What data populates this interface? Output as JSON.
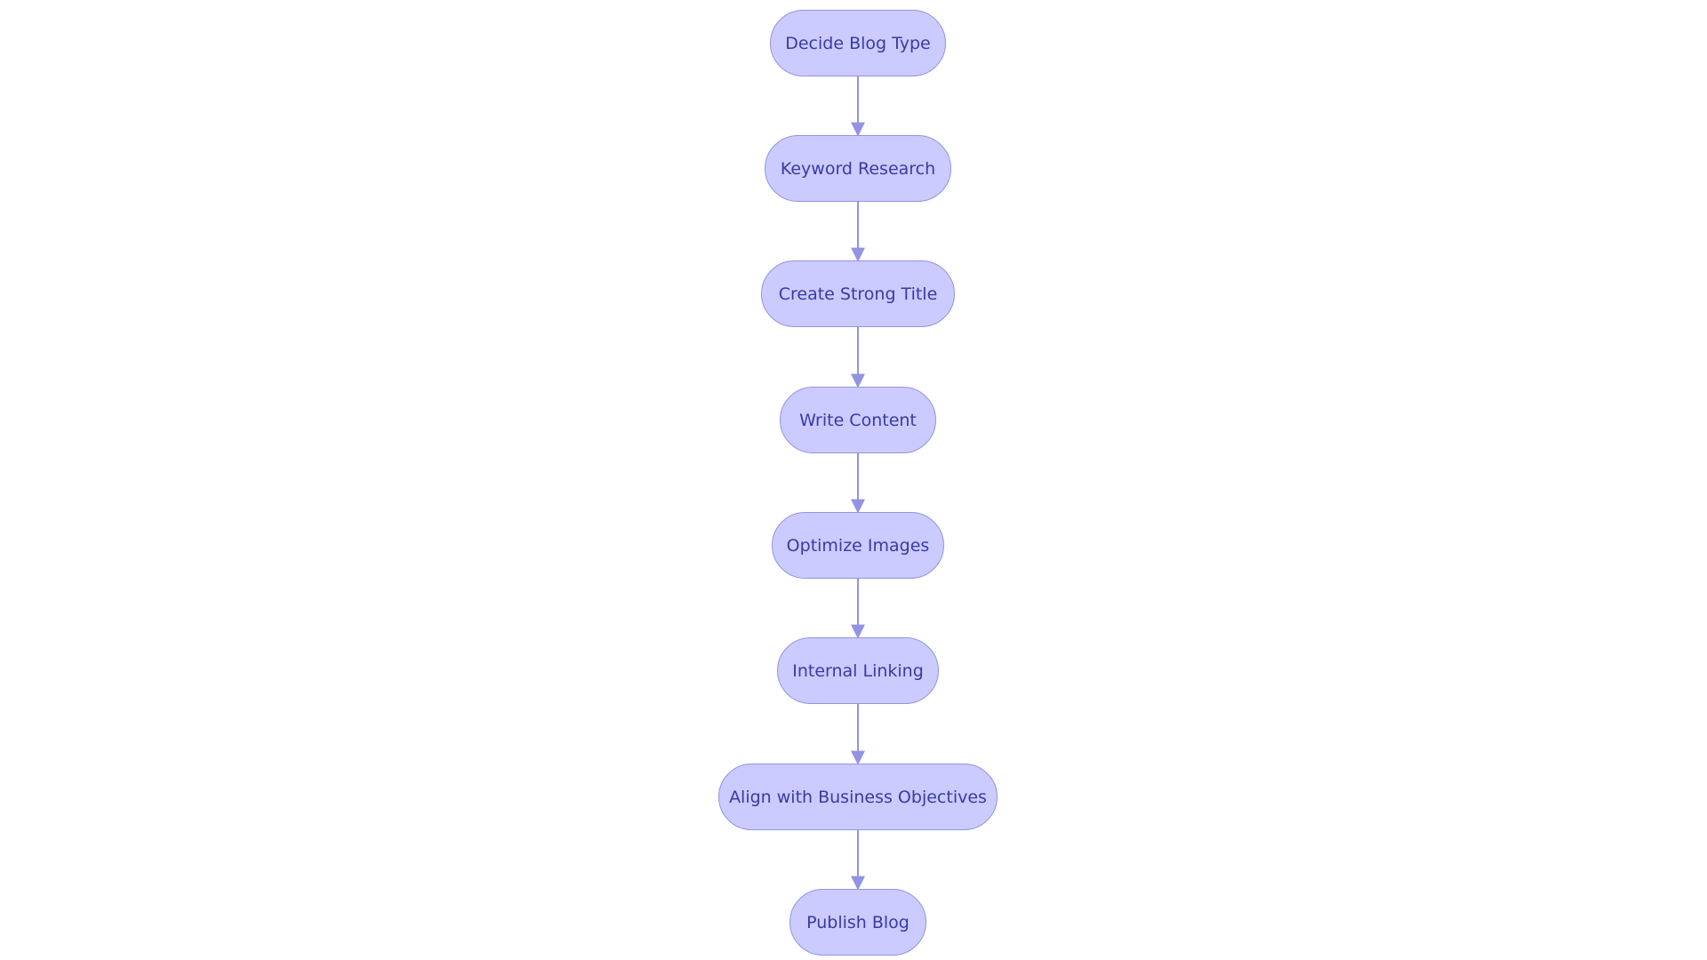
{
  "diagram": {
    "colors": {
      "node_fill": "#cbcbff",
      "node_border": "#9393e4",
      "edge": "#9393e4",
      "text": "#3a3aa6"
    },
    "nodes": [
      {
        "id": "n1",
        "label": "Decide Blog Type"
      },
      {
        "id": "n2",
        "label": "Keyword Research"
      },
      {
        "id": "n3",
        "label": "Create Strong Title"
      },
      {
        "id": "n4",
        "label": "Write Content"
      },
      {
        "id": "n5",
        "label": "Optimize Images"
      },
      {
        "id": "n6",
        "label": "Internal Linking"
      },
      {
        "id": "n7",
        "label": "Align with Business Objectives"
      },
      {
        "id": "n8",
        "label": "Publish Blog"
      }
    ],
    "edges": [
      {
        "from": "n1",
        "to": "n2"
      },
      {
        "from": "n2",
        "to": "n3"
      },
      {
        "from": "n3",
        "to": "n4"
      },
      {
        "from": "n4",
        "to": "n5"
      },
      {
        "from": "n5",
        "to": "n6"
      },
      {
        "from": "n6",
        "to": "n7"
      },
      {
        "from": "n7",
        "to": "n8"
      }
    ]
  }
}
